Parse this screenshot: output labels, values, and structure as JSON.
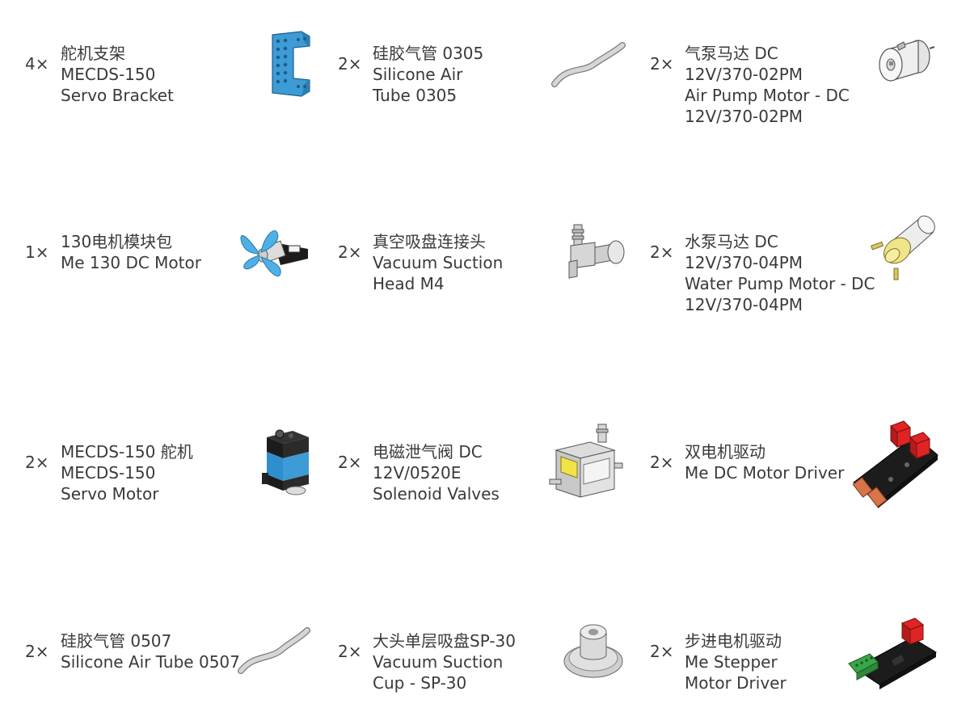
{
  "parts": [
    {
      "quantity": "4×",
      "lines": [
        "舵机支架",
        "MECDS-150",
        "Servo  Bracket"
      ],
      "icon": "servo-bracket-icon"
    },
    {
      "quantity": "2×",
      "lines": [
        "硅胶气管 0305",
        "Silicone Air",
        "Tube 0305"
      ],
      "icon": "silicone-tube-icon"
    },
    {
      "quantity": "2×",
      "lines": [
        "气泵马达 DC",
        "12V/370-02PM",
        "Air Pump Motor - DC",
        "12V/370-02PM"
      ],
      "icon": "air-pump-motor-icon"
    },
    {
      "quantity": "1×",
      "lines": [
        "130电机模块包",
        "Me 130 DC Motor"
      ],
      "icon": "dc-motor-fan-icon"
    },
    {
      "quantity": "2×",
      "lines": [
        "真空吸盘连接头",
        "Vacuum Suction",
        "Head M4"
      ],
      "icon": "suction-head-icon"
    },
    {
      "quantity": "2×",
      "lines": [
        "水泵马达 DC",
        "12V/370-04PM",
        "Water Pump Motor - DC",
        "12V/370-04PM"
      ],
      "icon": "water-pump-motor-icon"
    },
    {
      "quantity": "2×",
      "lines": [
        "MECDS-150 舵机",
        "MECDS-150",
        "Servo Motor"
      ],
      "icon": "servo-motor-icon"
    },
    {
      "quantity": "2×",
      "lines": [
        "电磁泄气阀 DC",
        "12V/0520E",
        "Solenoid Valves"
      ],
      "icon": "solenoid-valve-icon"
    },
    {
      "quantity": "2×",
      "lines": [
        "双电机驱动",
        "Me DC Motor Driver"
      ],
      "icon": "dc-motor-driver-icon"
    },
    {
      "quantity": "2×",
      "lines": [
        "硅胶气管 0507",
        "Silicone Air Tube 0507"
      ],
      "icon": "silicone-tube-icon"
    },
    {
      "quantity": "2×",
      "lines": [
        "大头单层吸盘SP-30",
        "Vacuum Suction",
        "Cup - SP-30"
      ],
      "icon": "suction-cup-icon"
    },
    {
      "quantity": "2×",
      "lines": [
        "步进电机驱动",
        "Me Stepper",
        "Motor Driver"
      ],
      "icon": "stepper-driver-icon"
    }
  ],
  "colors": {
    "text": "#3a3a3a",
    "brand_blue": "#3d9bd6",
    "module_red": "#e02424",
    "board_black": "#1c1c1c",
    "brass_yellow": "#efe488",
    "terminal_green": "#3aa64a",
    "copper": "#d9734a"
  }
}
